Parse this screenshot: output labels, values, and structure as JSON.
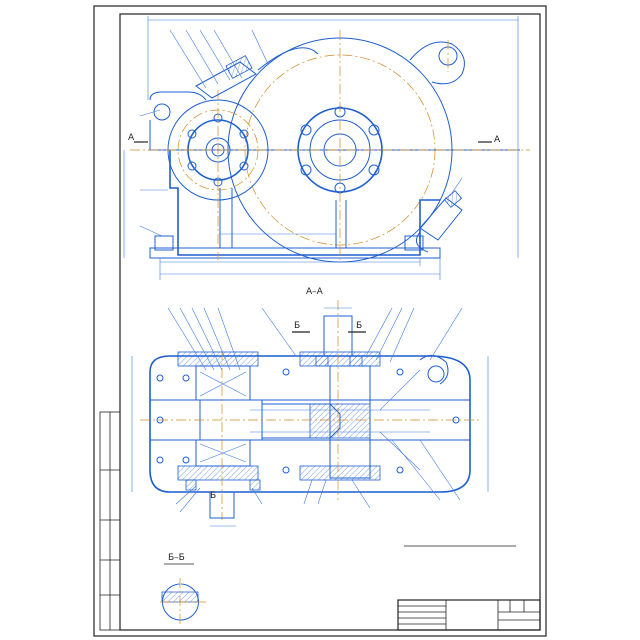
{
  "section_marks": {
    "a_left": "A",
    "a_right": "A",
    "aa_title": "А–А",
    "bb_title": "Б–Б",
    "b_mark_left": "Б",
    "b_mark_right": "Б",
    "b_mark_bottom": "Б"
  },
  "top_view": {
    "overall_width": "",
    "overall_height_left": "",
    "overall_height_right": "",
    "bottom_dim_1": "",
    "bottom_dim_2": "",
    "center_distance": "",
    "hole_note": "",
    "callouts": [
      "",
      "",
      "",
      "",
      "",
      "",
      "",
      "",
      "",
      "",
      "",
      ""
    ],
    "dims_small": [
      "",
      "",
      "",
      "",
      "",
      "",
      "",
      ""
    ]
  },
  "section_aa": {
    "callouts_top": [
      "",
      "",
      "",
      "",
      "",
      "",
      "",
      "",
      "",
      ""
    ],
    "callouts_bottom": [
      "",
      "",
      "",
      "",
      "",
      "",
      "",
      "",
      "",
      ""
    ],
    "dim_top": "",
    "dim_left": "",
    "dim_right": "",
    "dim_bottom": "",
    "fits": [
      "",
      "",
      "",
      "",
      "",
      "",
      "",
      "",
      "",
      ""
    ],
    "side_note": ""
  },
  "section_bb": {
    "dim": ""
  },
  "notes": {
    "title": "",
    "items": [
      {
        "label": "",
        "value": ""
      },
      {
        "label": "",
        "value": ""
      },
      {
        "label": "",
        "value": ""
      },
      {
        "label": "",
        "value": ""
      },
      {
        "label": "",
        "value": ""
      },
      {
        "label": "",
        "value": ""
      },
      {
        "label": "",
        "value": ""
      },
      {
        "label": "",
        "value": ""
      }
    ]
  },
  "title_block": {
    "title": "",
    "subtitle": "",
    "sheet": "",
    "scale": "",
    "left_stamp": [
      "",
      "",
      "",
      "",
      ""
    ]
  },
  "colors": {
    "primary_line": "#1f5fd0",
    "axis_line": "#d08a1e",
    "frame": "#222222"
  }
}
